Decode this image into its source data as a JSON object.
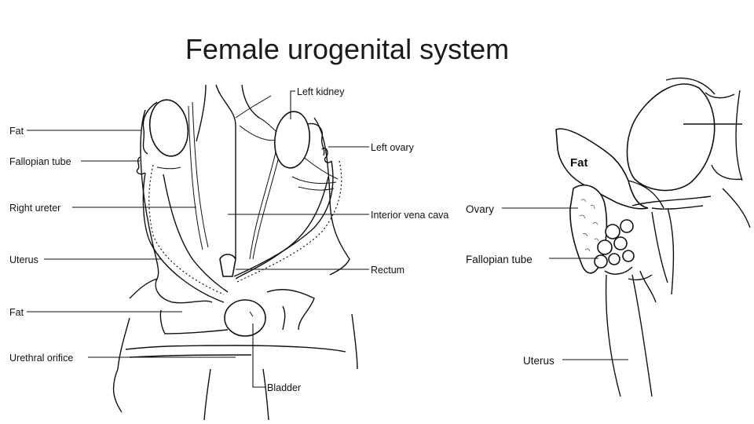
{
  "title": "Female urogenital system",
  "left_labels": {
    "fat_top": "Fat",
    "fallopian_tube": "Fallopian tube",
    "right_ureter": "Right ureter",
    "uterus": "Uterus",
    "fat_bottom": "Fat",
    "urethral_orifice": "Urethral orifice"
  },
  "right_labels": {
    "left_kidney": "Left kidney",
    "left_ovary": "Left ovary",
    "interior_vena_cava": "Interior vena cava",
    "rectum": "Rectum",
    "bladder": "Bladder"
  },
  "detail_labels": {
    "fat": "Fat",
    "ovary": "Ovary",
    "fallopian_tube": "Fallopian tube",
    "uterus": "Uterus"
  }
}
